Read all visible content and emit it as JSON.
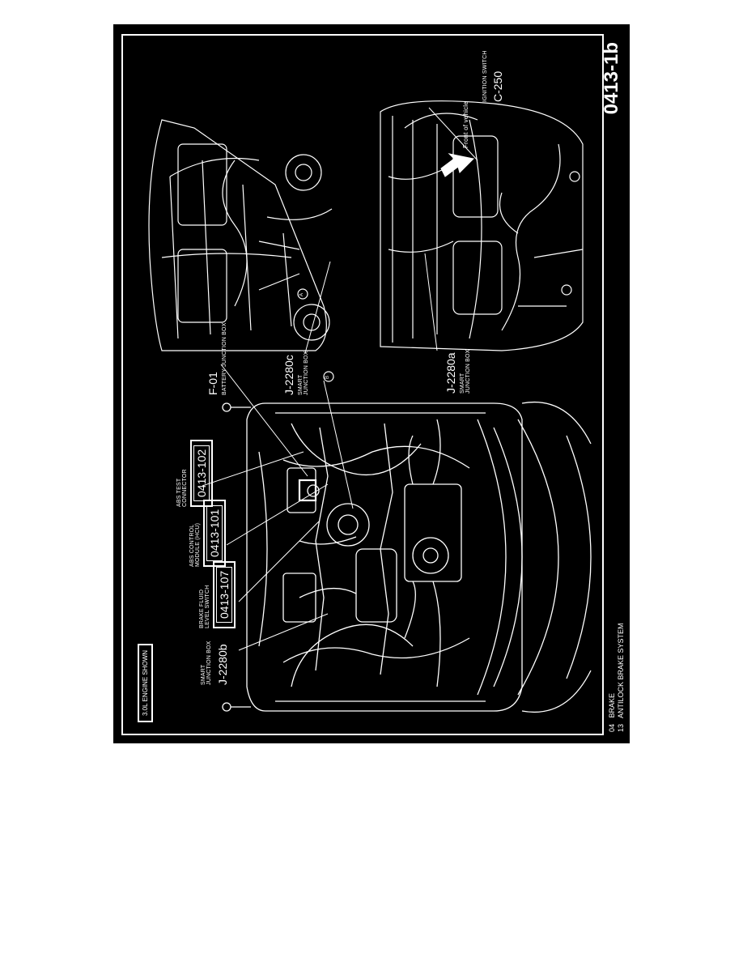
{
  "diagram": {
    "engine_note": "3.0L ENGINE SHOWN",
    "callouts": [
      {
        "id": "j2280b",
        "code": "J-2280b",
        "desc_lines": [
          "SMART",
          "JUNCTION BOX"
        ]
      },
      {
        "id": "0413-107",
        "code": "0413-107",
        "desc_lines": [
          "BRAKE FLUID",
          "LEVEL SWITCH"
        ]
      },
      {
        "id": "0413-101",
        "code": "0413-101",
        "desc_lines": [
          "ABS CONTROL",
          "MODULE (HCU)"
        ]
      },
      {
        "id": "0413-102",
        "code": "0413-102",
        "desc_lines": [
          "ABS TEST",
          "CONNECTOR"
        ]
      },
      {
        "id": "f01",
        "code": "F-01",
        "desc_lines": [
          "BATTERY JUNCTION BOX"
        ]
      },
      {
        "id": "j2280c",
        "code": "J-2280c",
        "desc_lines": [
          "SMART",
          "JUNCTION BOX"
        ]
      },
      {
        "id": "j2280a",
        "code": "J-2280a",
        "desc_lines": [
          "SMART",
          "JUNCTION BOX"
        ]
      },
      {
        "id": "c250",
        "code": "C-250",
        "desc_lines": [
          "IGNITION SWITCH"
        ]
      }
    ],
    "front_of_vehicle": "Front of vehicle",
    "marker_a": "A",
    "marker_b": "B"
  },
  "footer": {
    "section_num": "04",
    "section_name": "BRAKE",
    "group_num": "13",
    "group_name": "ANTILOCK BRAKE SYSTEM"
  },
  "page_code": "0413-1b"
}
